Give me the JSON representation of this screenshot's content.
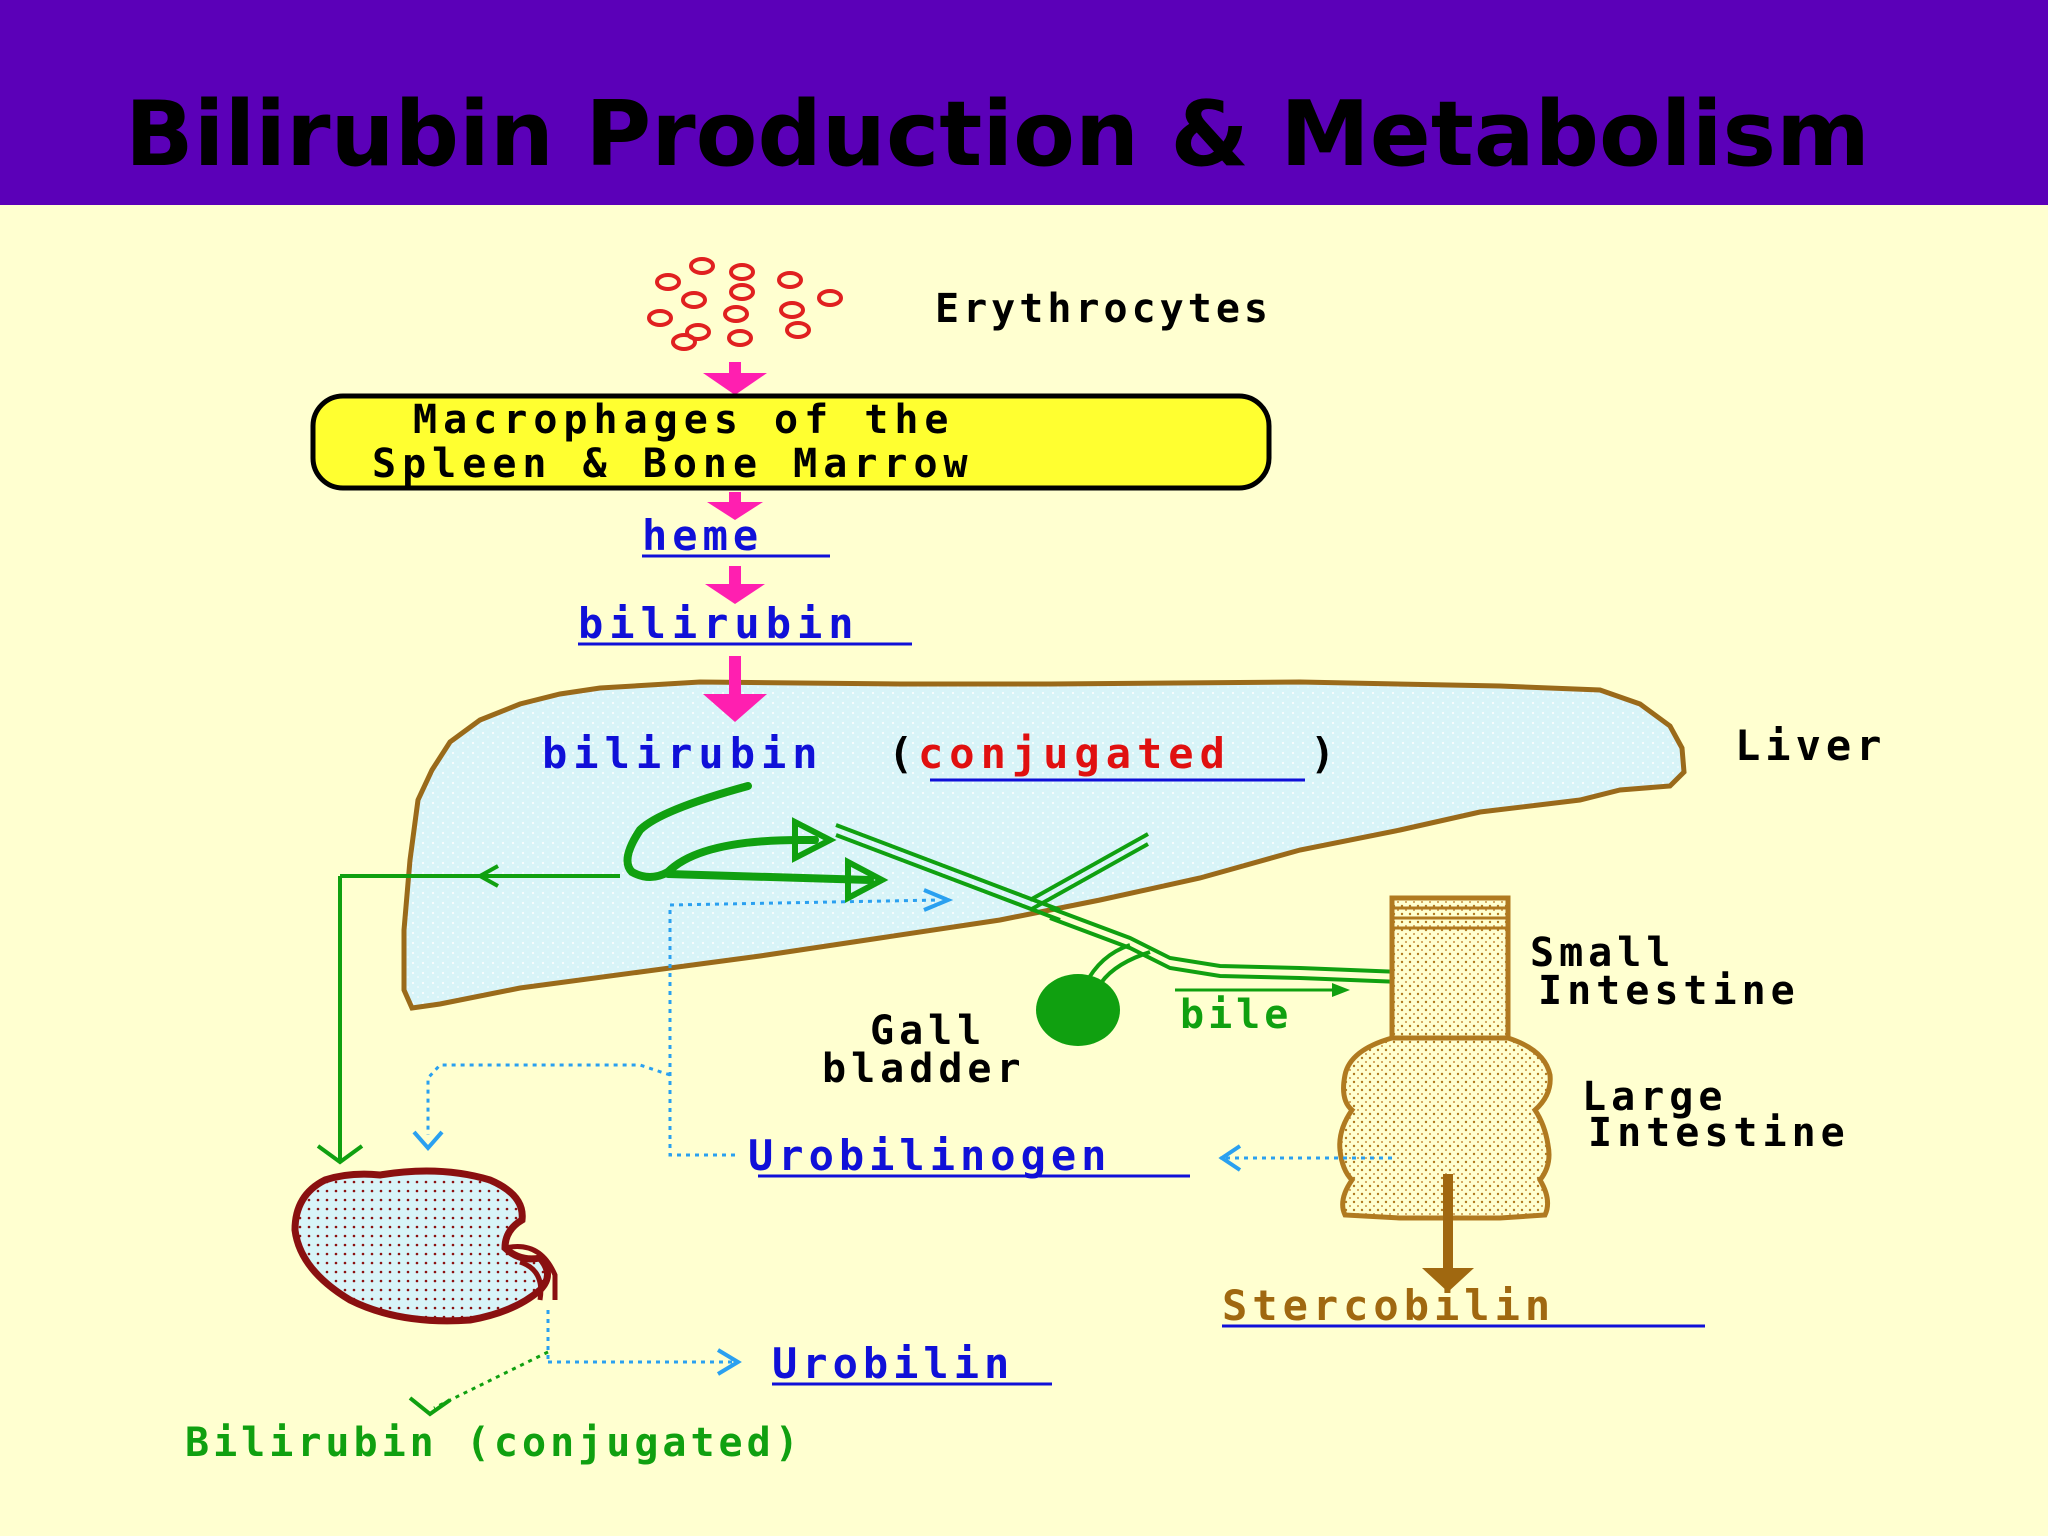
{
  "title": "Bilirubin Production & Metabolism",
  "colors": {
    "title_bar": "#5b00b8",
    "background": "#ffffd0",
    "liver_fill": "#d8f4f8",
    "liver_outline": "#9a6a1a",
    "red_cells": "#e02020",
    "magenta_arrows": "#ff1fb0",
    "link_blue": "#1010d8",
    "conjugated_red": "#e01010",
    "bile_green": "#10a010",
    "dotted_blue": "#2aa0f0",
    "stercobilin_brown": "#a06810",
    "kidney_red": "#8a1010",
    "macrophage_box": "#ffff30"
  },
  "labels": {
    "erythrocytes": "Erythrocytes",
    "macrophages_line1": "Macrophages of the",
    "macrophages_line2": "Spleen & Bone Marrow",
    "heme": "heme",
    "bilirubin": "bilirubin",
    "bilirubin_liver": "bilirubin",
    "conjugated": "conjugated",
    "paren_open": "(",
    "paren_close": ")",
    "liver": "Liver",
    "small_intestine_line1": "Small",
    "small_intestine_line2": "Intestine",
    "large_intestine_line1": "Large",
    "large_intestine_line2": "Intestine",
    "gall_bladder_line1": "Gall",
    "gall_bladder_line2": "bladder",
    "bile": "bile",
    "urobilinogen": "Urobilinogen",
    "stercobilin": "Stercobilin",
    "urobilin": "Urobilin",
    "bilirubin_conjugated_urine": "Bilirubin (conjugated)"
  }
}
